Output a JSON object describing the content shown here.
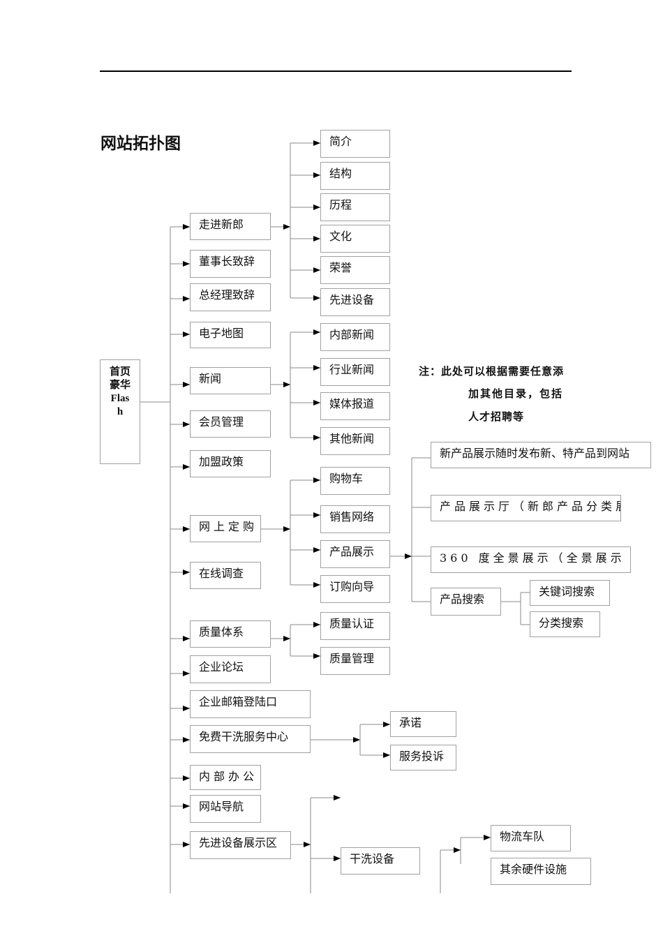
{
  "title": "网站拓扑图",
  "root": {
    "line1": "首页",
    "line2": "豪华",
    "line3": "Flas",
    "line4": "h"
  },
  "level1": [
    "走进新郎",
    "董事长致辞",
    "总经理致辞",
    "电子地图",
    "新闻",
    "会员管理",
    "加盟政策",
    "网上定购",
    "在线调查",
    "质量体系",
    "企业论坛",
    "企业邮箱登陆口",
    "免费干洗服务中心",
    "内部办公",
    "网站导航",
    "先进设备展示区"
  ],
  "about": [
    "简介",
    "结构",
    "历程",
    "文化",
    "荣誉",
    "先进设备"
  ],
  "news": [
    "内部新闻",
    "行业新闻",
    "媒体报道",
    "其他新闻"
  ],
  "shop": [
    "购物车",
    "销售网络",
    "产品展示",
    "订购向导"
  ],
  "product_display": [
    "新产品展示随时发布新、特产品到网站",
    "产品展示厅（新郎产品分类展",
    "360 度全景展示（全景展示",
    "产品搜索"
  ],
  "product_search": [
    "关键词搜索",
    "分类搜索"
  ],
  "quality": [
    "质量认证",
    "质量管理"
  ],
  "laundry_service": [
    "承诺",
    "服务投诉"
  ],
  "equipment": [
    "干洗设备"
  ],
  "equipment_other": [
    "物流车队",
    "其余硬件设施"
  ],
  "note": {
    "line1": "注：此处可以根据需要任意添",
    "line2": "加其他目录，包括",
    "line3": "人才招聘等"
  }
}
